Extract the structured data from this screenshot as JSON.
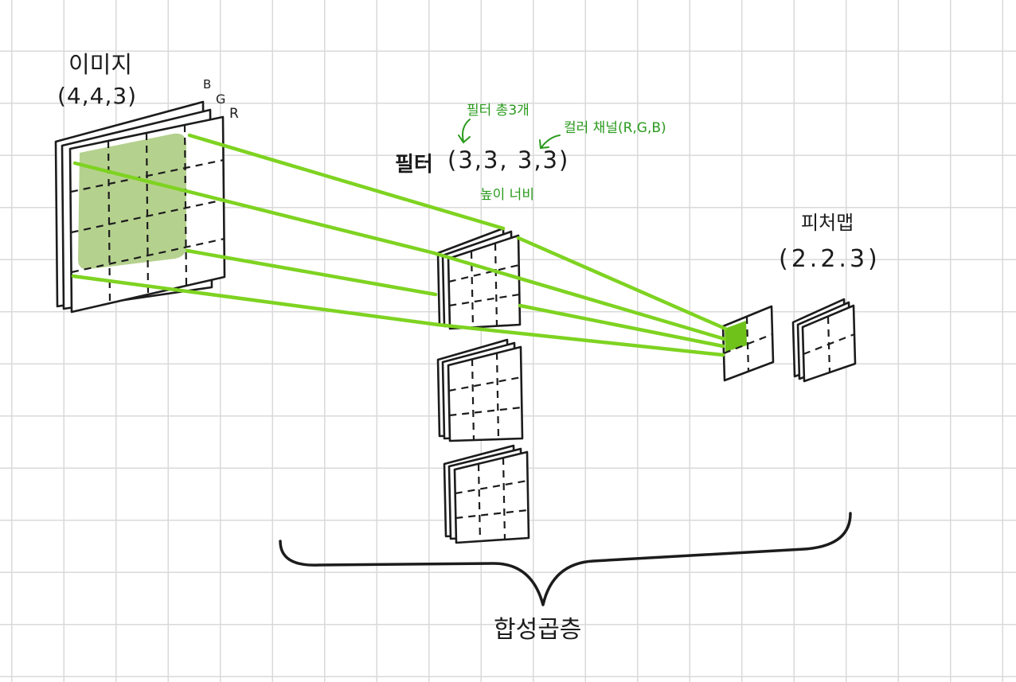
{
  "image_block": {
    "title": "이미지",
    "shape": "(4,4,3)",
    "channels": [
      "B",
      "G",
      "R"
    ]
  },
  "filter_block": {
    "title": "필터",
    "shape": "(3,3, 3,3)",
    "note_count": "필터 총3개",
    "note_channels": "컬러 채널(R,G,B)",
    "note_hw": "높이 너비"
  },
  "feature_block": {
    "title": "피처맵",
    "shape": "(2.2.3)"
  },
  "conv_layer_label": "합성곱층",
  "colors": {
    "highlight": "#7ed321",
    "highlight_fill": "#a8c97a",
    "annotation": "#2a9a1d",
    "ink": "#1c1c1c",
    "grid": "#d9d9d9"
  }
}
